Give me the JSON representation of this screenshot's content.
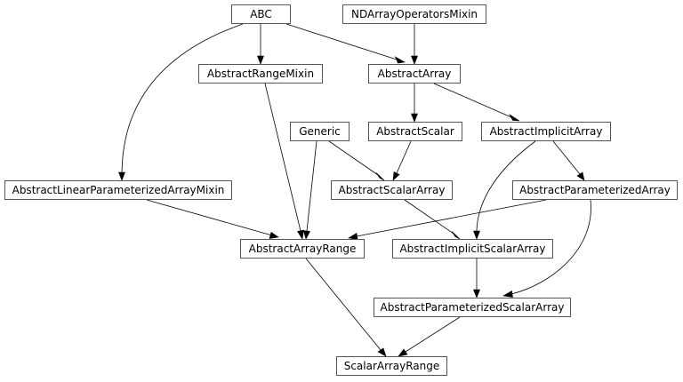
{
  "nodes": {
    "abc": "ABC",
    "ndarray_operators_mixin": "NDArrayOperatorsMixin",
    "abstract_range_mixin": "AbstractRangeMixin",
    "abstract_array": "AbstractArray",
    "generic": "Generic",
    "abstract_scalar": "AbstractScalar",
    "abstract_implicit_array": "AbstractImplicitArray",
    "abstract_linear_parameterized_array_mixin": "AbstractLinearParameterizedArrayMixin",
    "abstract_scalar_array": "AbstractScalarArray",
    "abstract_parameterized_array": "AbstractParameterizedArray",
    "abstract_array_range": "AbstractArrayRange",
    "abstract_implicit_scalar_array": "AbstractImplicitScalarArray",
    "abstract_parameterized_scalar_array": "AbstractParameterizedScalarArray",
    "scalar_array_range": "ScalarArrayRange"
  }
}
